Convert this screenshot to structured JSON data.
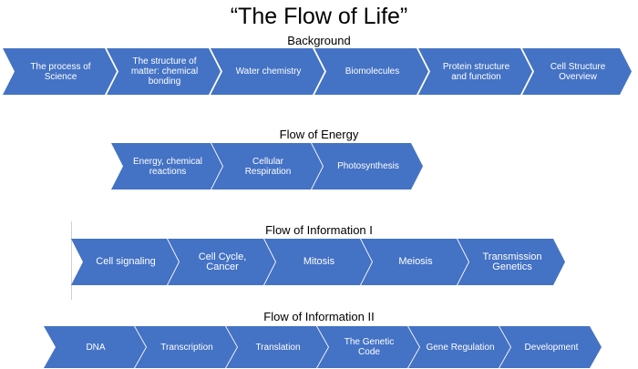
{
  "title": "“The Flow of Life”",
  "sections": [
    {
      "label": "Background",
      "steps": [
        "The process of Science",
        "The structure of matter: chemical bonding",
        "Water chemistry",
        "Biomolecules",
        "Protein structure and function",
        "Cell Structure Overview"
      ]
    },
    {
      "label": "Flow of Energy",
      "steps": [
        "Energy, chemical reactions",
        "Cellular Respiration",
        "Photosynthesis"
      ]
    },
    {
      "label": "Flow of Information I",
      "steps": [
        "Cell signaling",
        "Cell Cycle, Cancer",
        "Mitosis",
        "Meiosis",
        "Transmission Genetics"
      ]
    },
    {
      "label": "Flow of Information II",
      "steps": [
        "DNA",
        "Transcription",
        "Translation",
        "The Genetic Code",
        "Gene Regulation",
        "Development"
      ]
    }
  ],
  "colors": {
    "chevron": "#4472c4",
    "text": "#ffffff"
  }
}
